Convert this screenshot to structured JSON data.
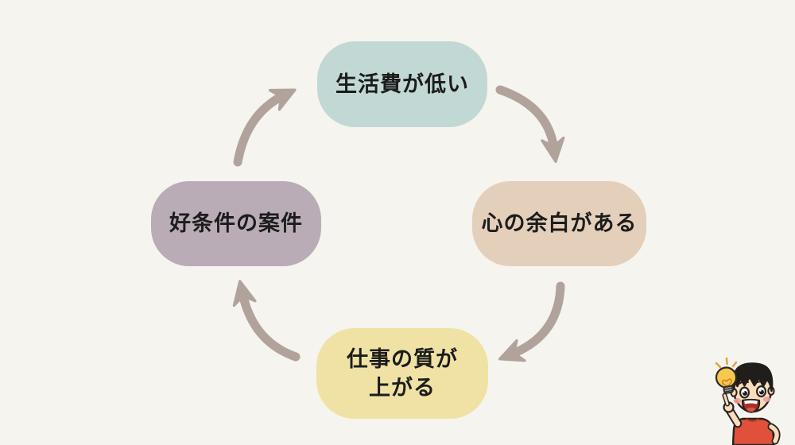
{
  "page": {
    "background": "#f5f4ee"
  },
  "diagram": {
    "type": "cycle",
    "direction": "clockwise",
    "arrow_color": "#b2a29c",
    "text_color": "#1c1c1c",
    "nodes": [
      {
        "position": "top",
        "label": "生活費が低い",
        "fill": "#c2d8d4"
      },
      {
        "position": "right",
        "label": "心の余白がある",
        "fill": "#e3cfba"
      },
      {
        "position": "bottom",
        "label": "仕事の質が上がる",
        "lines": [
          "仕事の質が",
          "上がる"
        ],
        "fill": "#f0e2a4"
      },
      {
        "position": "left",
        "label": "好条件の案件",
        "fill": "#b9acb7"
      }
    ]
  },
  "mascot": {
    "name": "boy-with-idea-lightbulb",
    "shirt_color": "#e1503a",
    "bulb_color": "#f6c94d",
    "skin_color": "#f9dcba",
    "hair_color": "#211d1b"
  }
}
